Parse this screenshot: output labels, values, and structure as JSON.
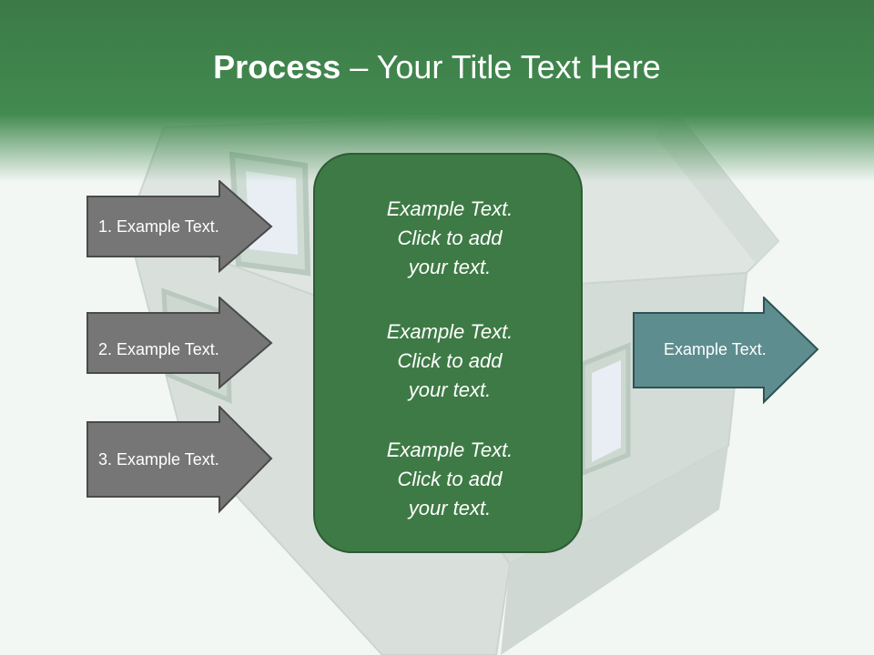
{
  "title": {
    "bold": "Process",
    "rest": " – Your Title Text Here"
  },
  "left_arrows": [
    {
      "label": "1. Example Text."
    },
    {
      "label": "2. Example Text."
    },
    {
      "label": "3. Example Text."
    }
  ],
  "center_box": {
    "items": [
      {
        "line1": "Example Text.",
        "line2": "Click  to add",
        "line3": "your text."
      },
      {
        "line1": "Example Text.",
        "line2": "Click  to add",
        "line3": "your text."
      },
      {
        "line1": "Example Text.",
        "line2": "Click  to add",
        "line3": "your text."
      }
    ]
  },
  "right_arrow": {
    "label": "Example Text."
  },
  "colors": {
    "header_green": "#428a4f",
    "box_green": "#3e7a45",
    "arrow_gray": "#767676",
    "arrow_teal": "#5e8d8f"
  }
}
